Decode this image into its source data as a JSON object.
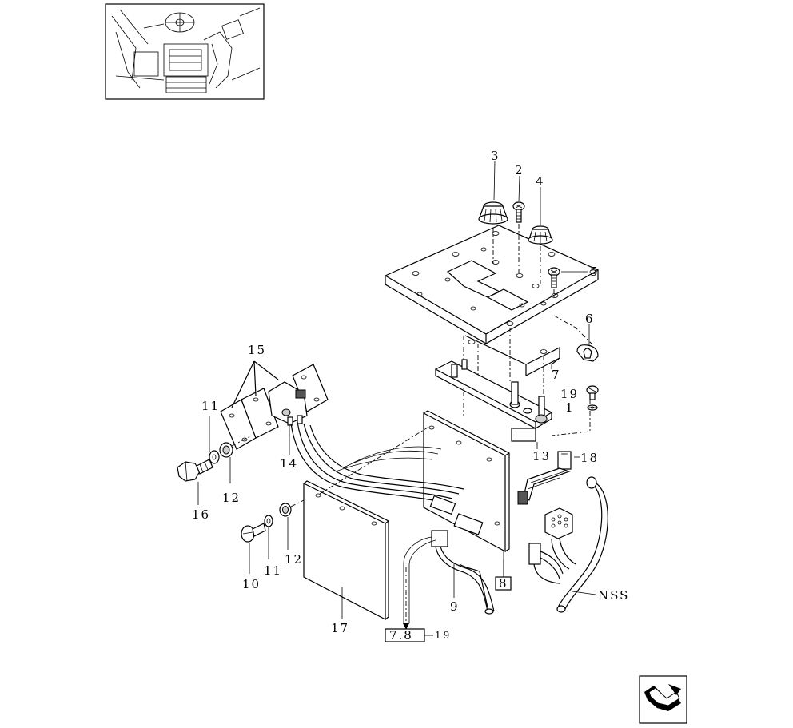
{
  "callouts": {
    "c1": "1",
    "c2": "2",
    "c3": "3",
    "c4": "4",
    "c5": "5",
    "c6": "6",
    "c7": "7",
    "c9": "9",
    "c10": "10",
    "c11a": "11",
    "c11b": "11",
    "c12a": "12",
    "c12b": "12",
    "c13": "13",
    "c14": "14",
    "c15": "15",
    "c16": "16",
    "c17": "17",
    "c18": "18",
    "c19": "19",
    "nss": "NSS"
  },
  "references": {
    "box8": "8",
    "box78": "7.8",
    "ref78_suffix": "19"
  },
  "icons": {
    "thumbnail": "cab-interior-thumbnail",
    "nav": "return-arrow-icon"
  }
}
